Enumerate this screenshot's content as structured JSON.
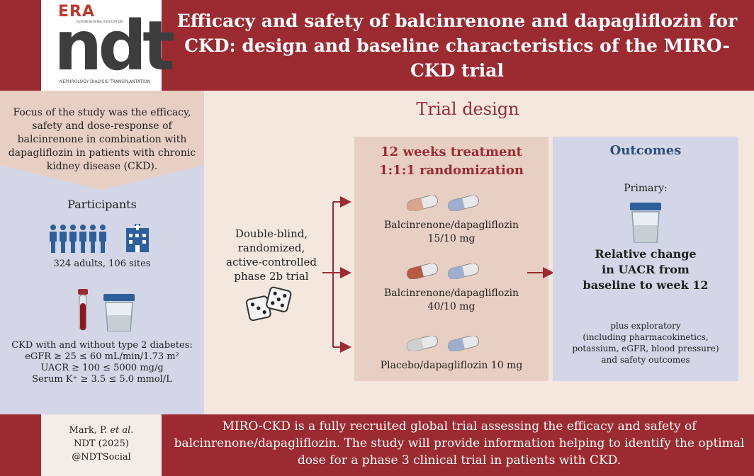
{
  "header": {
    "logo_era": "ERA",
    "logo_era_sub": "EUROPEAN RENAL ASSOCIATION",
    "logo_ndt": "ndt",
    "logo_sub": "NEPHROLOGY DIALYSIS TRANSPLANTATION",
    "title": "Efficacy and safety of balcinrenone and dapagliflozin for CKD: design and baseline characteristics of the MIRO-CKD trial"
  },
  "left": {
    "focus": "Focus of the study was the efficacy, safety and dose-response of balcinrenone in combination with dapagliflozin in patients with chronic kidney disease (CKD).",
    "participants_title": "Participants",
    "participants_count": "324 adults, 106 sites",
    "criteria": [
      "CKD with and without type 2 diabetes:",
      "eGFR ≥ 25 ≤ 60 mL/min/1.73 m²",
      "UACR ≥ 100 ≤ 5000 mg/g",
      "Serum K⁺ ≥ 3.5 ≤ 5.0 mmol/L"
    ]
  },
  "design": {
    "section_title": "Trial design",
    "description_lines": [
      "Double-blind,",
      "randomized,",
      "active-controlled",
      "phase 2b trial"
    ]
  },
  "treatment": {
    "title_lines": [
      "12 weeks treatment",
      "1:1:1 randomization"
    ],
    "arms": [
      {
        "lines": [
          "Balcinrenone/dapagliflozin",
          "15/10 mg"
        ],
        "pill1_color": "#d9a58f",
        "pill2_color": "#9eadd0"
      },
      {
        "lines": [
          "Balcinrenone/dapagliflozin",
          "40/10 mg"
        ],
        "pill1_color": "#b65a45",
        "pill2_color": "#9eadd0"
      },
      {
        "lines": [
          "Placebo/dapagliflozin 10 mg"
        ],
        "pill1_color": "#cfcfcf",
        "pill2_color": "#9eadd0"
      }
    ]
  },
  "outcomes": {
    "title": "Outcomes",
    "primary_label": "Primary:",
    "primary_lines": [
      "Relative change",
      "in UACR from",
      "baseline to week 12"
    ],
    "exploratory_lines": [
      "plus exploratory",
      "(including pharmacokinetics,",
      "potassium, eGFR, blood pressure)",
      "and safety outcomes"
    ]
  },
  "footer": {
    "citation_author": "Mark, P.",
    "citation_etal": "et al.",
    "citation_journal": "NDT (2025)",
    "citation_social": "@NDTSocial",
    "conclusion": "MIRO-CKD is a fully recruited global trial assessing the efficacy and safety of balcinrenone/dapagliflozin. The study will provide information helping to identify the optimal dose for a phase 3 clinical trial in patients with CKD."
  },
  "colors": {
    "brand_red": "#9c2b31",
    "panel_blue": "#d3d6e6",
    "panel_pink": "#e8cfc3",
    "background": "#f3e7de",
    "outcome_blue": "#2e4f7a"
  },
  "icons": [
    "people-icon",
    "hospital-icon",
    "blood-tube-icon",
    "urine-cup-icon",
    "dice-icon",
    "pill-icon",
    "arrow-icon"
  ]
}
